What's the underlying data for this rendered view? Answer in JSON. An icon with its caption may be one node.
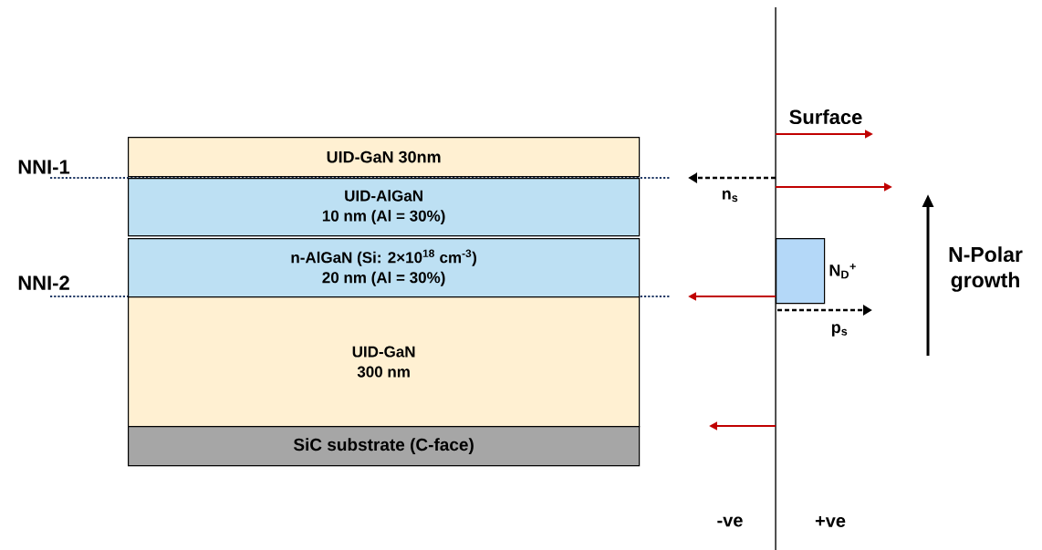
{
  "diagram": {
    "nodes": [
      {
        "text": [
          "UID-GaN 30nm"
        ]
      },
      {
        "text": [
          "UID-AlGaN",
          "10 nm (Al = 30%)"
        ]
      },
      {
        "text": [
          "n-AlGaN (Si: 2×10$^{18}$ cm$^{-3}$)",
          "20 nm (Al = 30%)"
        ]
      },
      {
        "text": [
          "UID-GaN",
          "300 nm"
        ]
      },
      {
        "text": [
          "SiC substrate (C-face)"
        ]
      },
      {
        "text": [],
        "shape": "box",
        "beside": [
          "N$_{D}$$^{+}$"
        ]
      }
    ],
    "labels": [
      "NNI-1",
      "NNI-2",
      "Surface",
      "n$_{s}$",
      "p$_{s}$",
      "N-Polar growth",
      "-ve",
      "+ve"
    ]
  }
}
